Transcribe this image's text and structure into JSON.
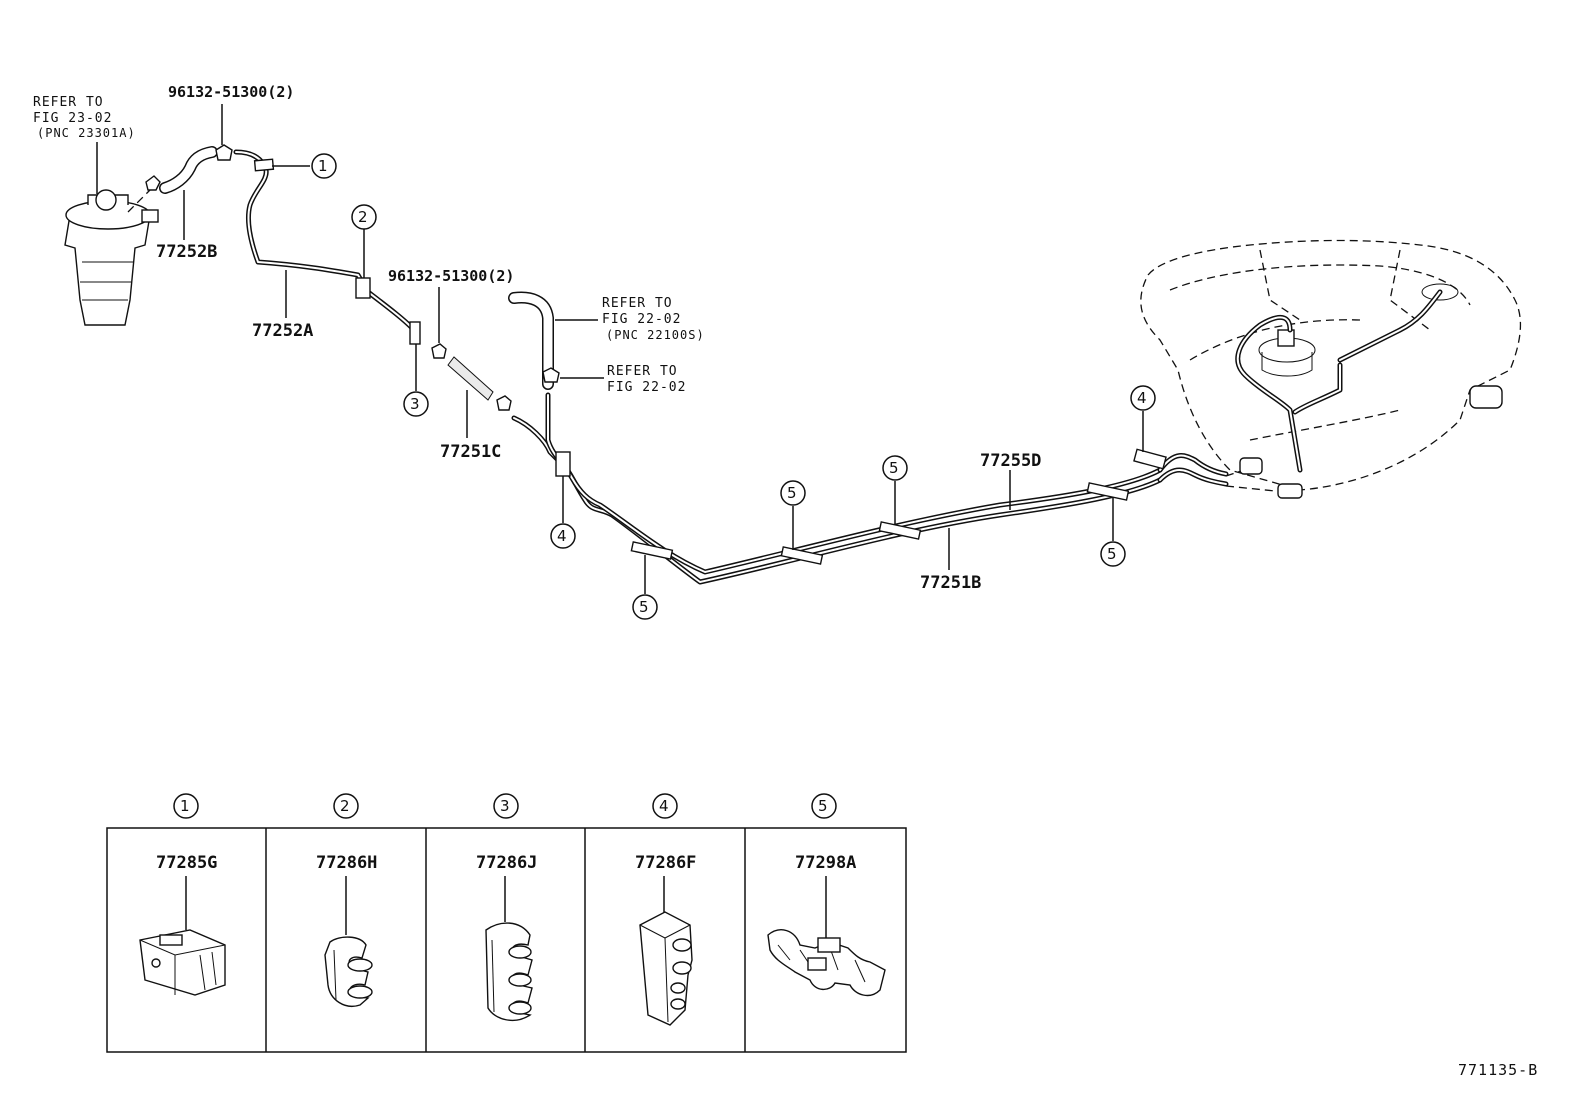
{
  "parts": {
    "p77252B": "77252B",
    "p77252A": "77252A",
    "p77251C": "77251C",
    "p77251B": "77251B",
    "p77255D": "77255D",
    "clip1": "96132-51300(2)",
    "clip2": "96132-51300(2)"
  },
  "notes": {
    "n1": [
      "REFER TO",
      "FIG 23-02",
      "(PNC 23301A)"
    ],
    "n2": [
      "REFER TO",
      "FIG 22-02",
      "(PNC 22100S)"
    ],
    "n3": [
      "REFER TO",
      "FIG 22-02"
    ]
  },
  "callouts": [
    "①",
    "②",
    "③",
    "④",
    "⑤"
  ],
  "legend": [
    {
      "num": "①",
      "part": "77285G"
    },
    {
      "num": "②",
      "part": "77286H"
    },
    {
      "num": "③",
      "part": "77286J"
    },
    {
      "num": "④",
      "part": "77286F"
    },
    {
      "num": "⑤",
      "part": "77298A"
    }
  ],
  "figure_id": "771135-B"
}
